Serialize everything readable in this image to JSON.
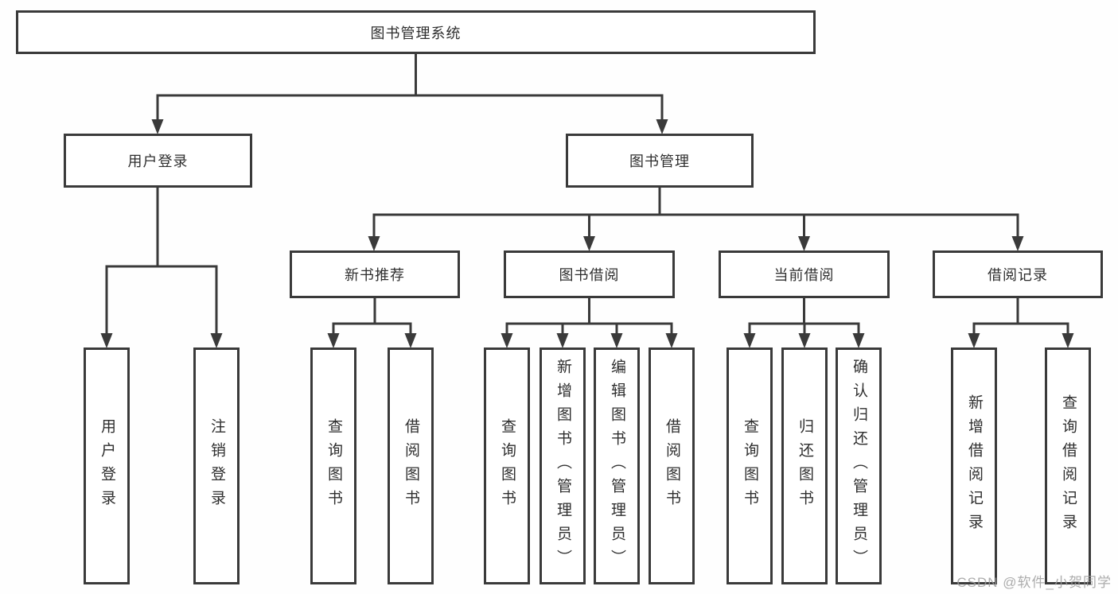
{
  "diagram": {
    "title": "图书管理系统",
    "level2": {
      "user_login": "用户登录",
      "book_management": "图书管理"
    },
    "level3": {
      "new_book_recommend": "新书推荐",
      "book_borrow": "图书借阅",
      "current_borrow": "当前借阅",
      "borrow_records": "借阅记录"
    },
    "leaves": {
      "user_login": [
        "用户登录",
        "注销登录"
      ],
      "new_book_recommend": [
        "查询图书",
        "借阅图书"
      ],
      "book_borrow": [
        "查询图书",
        "新增图书（管理员）",
        "编辑图书（管理员）",
        "借阅图书"
      ],
      "current_borrow": [
        "查询图书",
        "归还图书",
        "确认归还（管理员）"
      ],
      "borrow_records": [
        "新增借阅记录",
        "查询借阅记录"
      ]
    },
    "watermark": "CSDN @软件_小贺同学",
    "colors": {
      "line": "#3a3a3a",
      "text": "#2e2e2e",
      "box_background": "#ffffff",
      "watermark": "#9e9e9e"
    }
  }
}
